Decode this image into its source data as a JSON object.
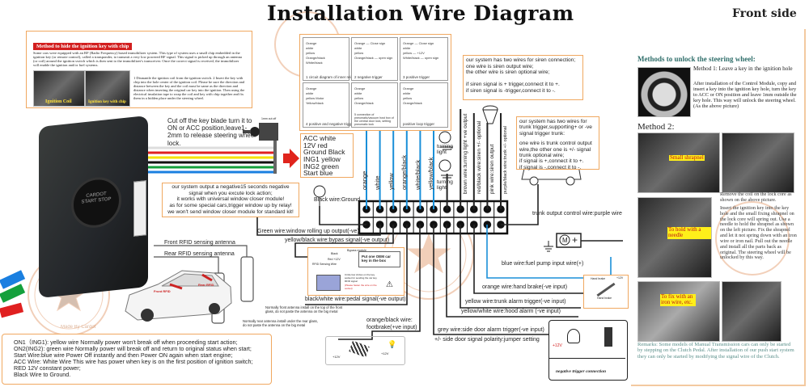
{
  "title": "Installation Wire Diagram",
  "side_label": "Front side",
  "watermark": "Made By Cardot",
  "module_label": "CARDOT START STOP",
  "hide_key": {
    "heading": "Method to hide the ignition key with chip",
    "intro": "Some cars were equipped with an RF (Radio Frequency) based immobilizer system. This type of system uses a small chip embedded in the ignition key (or remote control), called a transponder, to transmit a very low powered RF signal. This signal is picked up through an antenna (or coil) around the ignition switch which is then sent to the immobilizer's transceiver. Once the correct signal is received, the immobilizer will enable the ignition and/or fuel systems.",
    "steps": "1 Dismantle the ignition coil from the ignition switch. 2 Insert the key with chip into the hole center of the ignition coil. Please be sure the direction and distance between the key and the coil must be same as the direction and distance when inserting the original car key into the ignition. Then using the electrical insulation tape to wrap the coil and key with chip together and fix them in a hidden place under the steering wheel.",
    "photo_labels": [
      "Ignition Coil",
      "Ignition key with chip"
    ]
  },
  "schematics": {
    "wire_names": [
      "Orange",
      "white",
      "yellow",
      "Orange/black",
      "White/black",
      "Yellow/black"
    ],
    "captions": [
      "1 circuit diagram of inner relay",
      "2 negative trigger",
      "3 positive trigger",
      "4 positive and negative trigger",
      "5 connection of pneumatic/vacuum host box of the central door lock, setting pneumatic lock",
      "positive loop trigger"
    ],
    "close_sign": "Close sign",
    "open_sign": "open sign",
    "motor": "Motor",
    "v12": "+12V"
  },
  "key_instructions": "Cut off the key blade turn it to ON or ACC position,leave1-2mm to release steering wheel lock.",
  "key_cut_label": "1mm cut off",
  "wire_legend": [
    "ACC white",
    "12V red",
    "Ground Black",
    "ING1 yellow",
    "ING2 green",
    "Start  blue"
  ],
  "lock_note": [
    "our system output a negative15 seconds negative",
    "signal when you excute lock action;",
    "it works with universal window closer module!",
    "as for some special cars,trigger window up by relay!",
    "we won't send window closer module for standard kit!"
  ],
  "siren_note": [
    "our system has two wires for siren connection;",
    "one wire is siren output wire;",
    "the other wire is siren optional wire;",
    "",
    "if siren signal is + trigger,connect it to +.",
    "if siren signal is -trigger,connect it to -."
  ],
  "trunk_note": [
    "our system has two wires for",
    "trunk trigger,supporting+ or -ve",
    "signal trigger trunk:",
    "",
    "one wire is trunk control output",
    "wire,the other one is +/- signal",
    "trunk optional wire;",
    "if signal is +,connect it to +.",
    "if signal is -,connect it to -."
  ],
  "connector_top_labels": [
    "orange",
    "white",
    "yellow",
    "orange/black",
    "white/black",
    "yellow/black",
    "brown wire:turning light +ve output",
    "red/black wire:siren +/- optional",
    "pink wire:siren output",
    "purple/black wire:trunk +/- optional"
  ],
  "turning_light": "turning light",
  "wire_labels": {
    "ground": "Black wire:Ground",
    "window": "Green wire:window rolling up output(-ve)",
    "bypass": "yellow/black wire:bypas signal(-ve output)",
    "trunk": "trunk output control wire:purple wire",
    "fuel": "blue wire:fuel pump input wire(+)",
    "hand_brake": "orange wire:hand brake(-ve input)",
    "trunk_alarm": "yellow wire:trunk alarm trigger(-ve input)",
    "hood": "yellow/white wire:hood alarm (-ve input)",
    "side_door": "grey wire:side door alarm trigger(-ve input)",
    "polarity": "+/- side door signal polarity:jumper setting",
    "pedal": "black/white wire:pedal signal(-ve output)",
    "footbrake_1": "orange/black wire:",
    "footbrake_2": "footbrake(+ve input)"
  },
  "antenna": {
    "front": "Front RFID sensing antenna",
    "rear": "Rear RFID sensing antenna",
    "front_note_1": "Normally front antenna install on the top of the front",
    "front_note_2": "glass, do not paste the antenna on the big metal",
    "rear_note_1": "Normally rear antenna install under the rear glass,",
    "rear_note_2": "do not paste the antenna on the big metal",
    "car_front": "Front RFID",
    "car_rear": "Rear RFID"
  },
  "bypass_module": {
    "title": "Bypass module",
    "black": "Black",
    "red": "Red +12V",
    "rfid": "RFID Sensing Wire",
    "box": "Put one OEM car key in the box",
    "circle": "Circle few circles on the key socket for sending the car key RFID signal",
    "warn": "(Please fasten the wire on the socket)"
  },
  "footbrake_v": "+12V",
  "hand_brake_box": {
    "label": "Hand brake",
    "v": "+12V"
  },
  "neg_trigger": {
    "v": "+12V",
    "caption": "negative trigger connection"
  },
  "wire_notes": [
    "ON1（ING1): yellow wire     Normally power won't break off when proceeding start action;",
    "ON2(ING2):  green wire  Normally power will break off and return to original status when start;",
    "Start Wire:blue wire     Power Off instantly and then Power ON again when start engine;",
    "ACC Wire: White Wire  This wire has power when key is on the first position of ignition switch;",
    "RED 12V constant power;",
    "Black Wire to Ground."
  ],
  "right_panel": {
    "heading": "Methods to unlock the steering wheel:",
    "method1_title": "Method 1: Leave a key in the ignition hole",
    "method1_text": "After installation of the Control Module, copy and insert a key into the ignition key hole, turn the key to ACC or ON position and leave 1mm outside the key hole. This way will unlock the steering wheel. (As the above picture)",
    "method2_title": "Method 2:",
    "photo_labels": [
      "Small shrapnel",
      "To hold with a needle",
      "To fix with an iron wire, etc."
    ],
    "remove_text": "Remove the coil on the lock core as shown on the above picture.",
    "insert_text": "Insert the ignition key into the key hole and the small fixing shrapnel on the lock core will spring out. Use a needle to hold the shrapnel as shown on the left picture. Fix the shrapnel and let it not spring down with an iron wire or iron nail. Pull out the needle and install all the parts back as original. The steering wheel will be unlocked by this way.",
    "remarks": "Remarks: Some models of Manual Transmission cars can only be started by stepping on the Clutch Pedal. After installation of our push start system they can only be started by modifying the signal wire of the Clutch."
  },
  "colors": {
    "accent_orange": "#f0a860",
    "heading_red": "#d21f1f",
    "signal_blue": "#1a8fd8",
    "heading_teal": "#2f6e6a",
    "remark_teal": "#5a8f8a",
    "wire_white": "#dddddd",
    "wire_red": "#e02020",
    "wire_yellow": "#f5e000",
    "wire_black": "#111111",
    "wire_green": "#14a03c",
    "wire_blue": "#1a7fe0"
  }
}
